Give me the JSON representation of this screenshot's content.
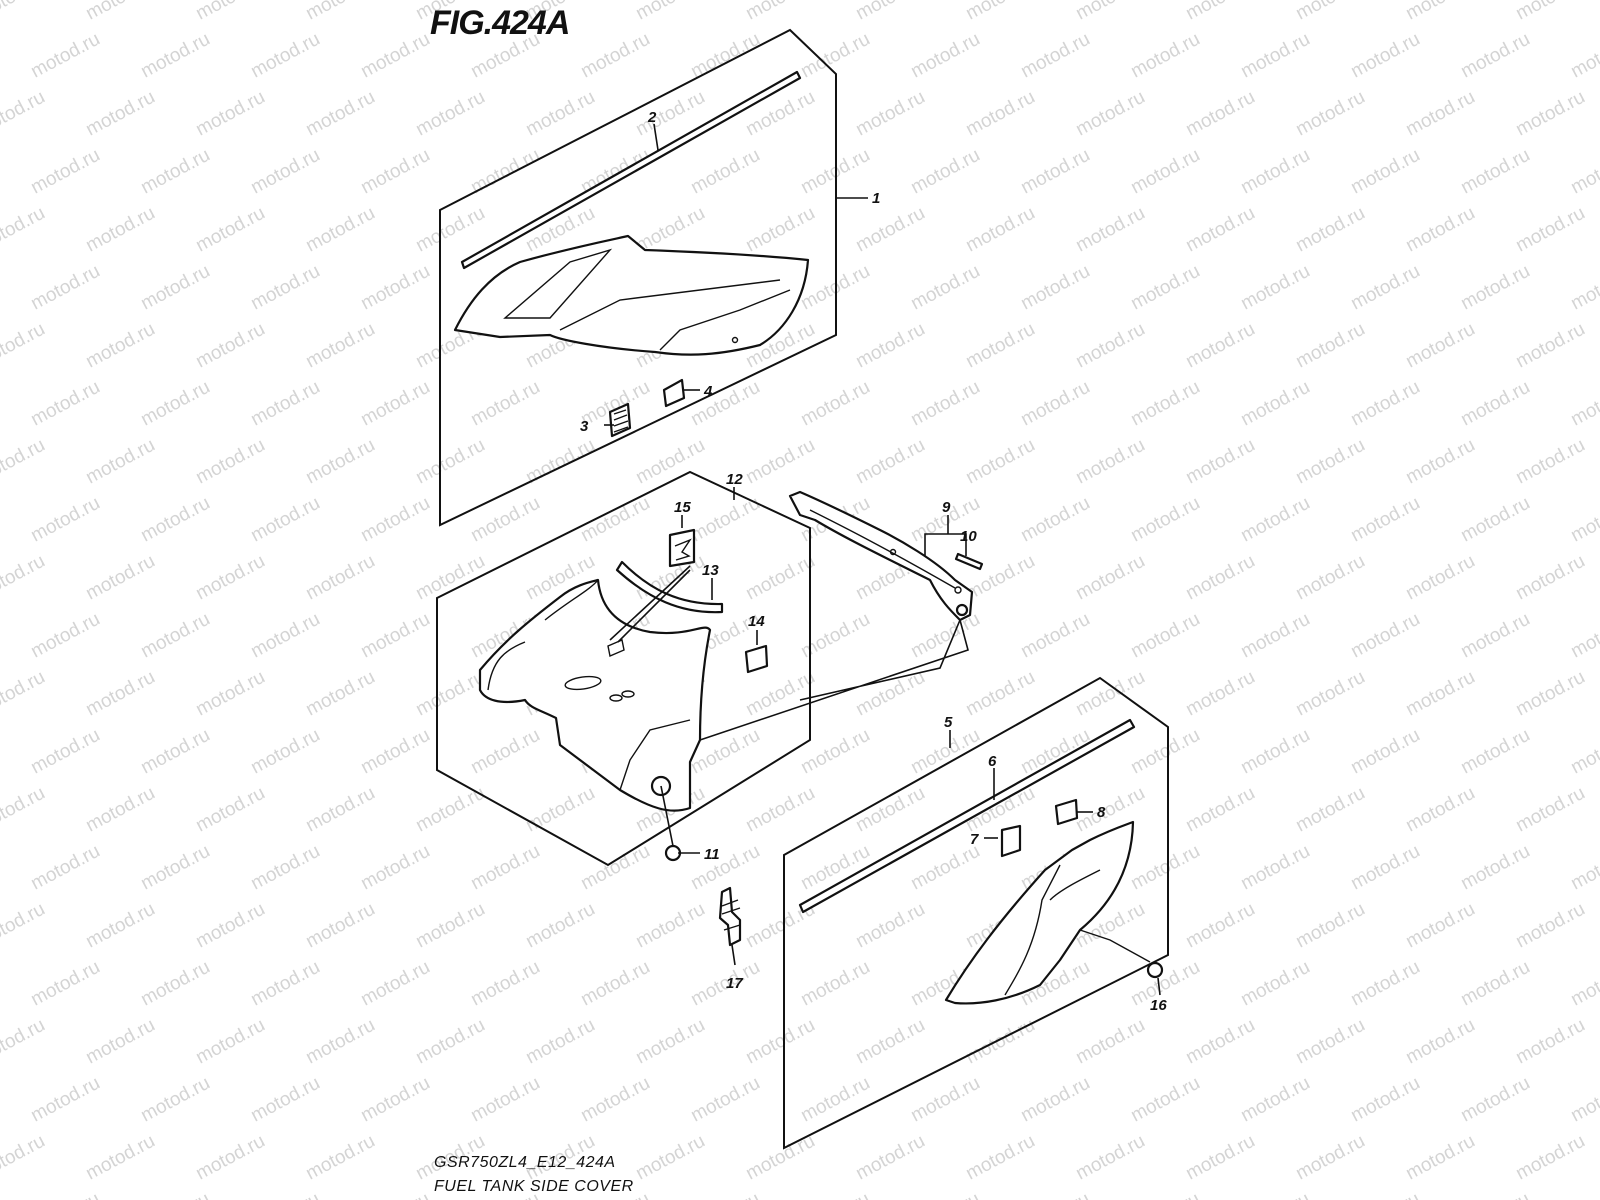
{
  "figure": {
    "title": "FIG.424A",
    "model_code": "GSR750ZL4_E12_424A",
    "name": "FUEL TANK SIDE COVER"
  },
  "watermark": "motod.ru",
  "callouts": {
    "p1": "1",
    "p2": "2",
    "p3": "3",
    "p4": "4",
    "p5": "5",
    "p6": "6",
    "p7": "7",
    "p8": "8",
    "p9": "9",
    "p10": "10",
    "p11": "11",
    "p12": "12",
    "p13": "13",
    "p14": "14",
    "p15": "15",
    "p16": "16",
    "p17": "17"
  }
}
